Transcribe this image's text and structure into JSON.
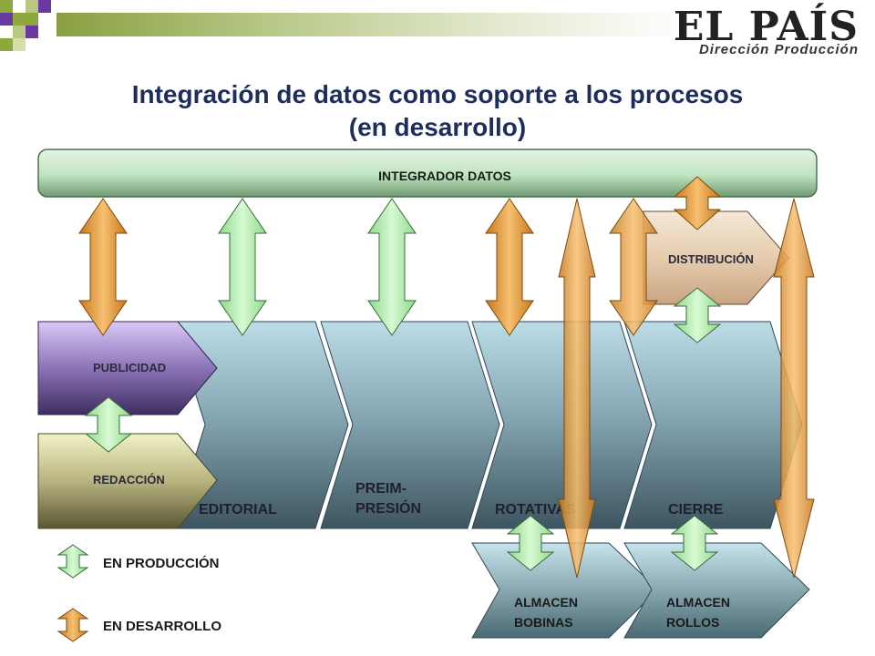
{
  "logo": {
    "brand": "EL PAÍS",
    "subtitle": "Dirección Producción"
  },
  "title": {
    "line1": "Integración de datos como soporte a los procesos",
    "line2": "(en desarrollo)"
  },
  "integrator": {
    "label": "INTEGRADOR DATOS"
  },
  "processes": {
    "publicidad": "PUBLICIDAD",
    "redaccion": "REDACCIÓN",
    "editorial": "EDITORIAL",
    "preimpresion_line1": "PREIM-",
    "preimpresion_line2": "PRESIÓN",
    "rotativas": "ROTATIVAS",
    "cierre": "CIERRE",
    "distribucion": "DISTRIBUCIÓN",
    "almacen_bobinas_line1": "ALMACEN",
    "almacen_bobinas_line2": "BOBINAS",
    "almacen_rollos_line1": "ALMACEN",
    "almacen_rollos_line2": "ROLLOS"
  },
  "legend": {
    "production": "EN PRODUCCIÓN",
    "development": "EN DESARROLLO"
  },
  "colors": {
    "in_production": "#b8f0b0",
    "in_development": "#e8a040",
    "title": "#1e2e5a"
  }
}
